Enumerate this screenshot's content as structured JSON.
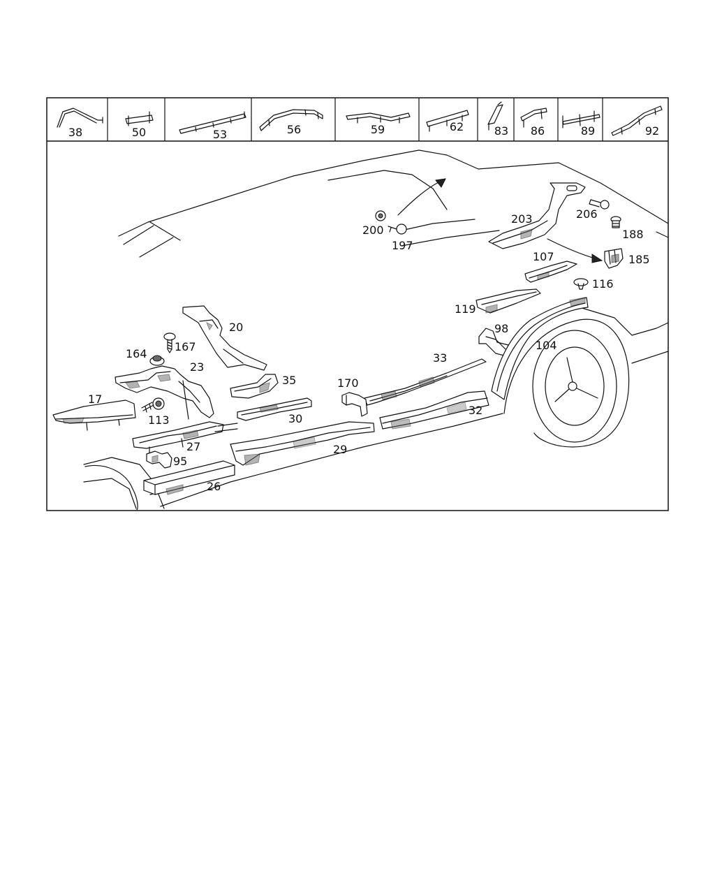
{
  "header_parts": [
    {
      "label": "38"
    },
    {
      "label": "50"
    },
    {
      "label": "53"
    },
    {
      "label": "56"
    },
    {
      "label": "59"
    },
    {
      "label": "62"
    },
    {
      "label": "83"
    },
    {
      "label": "86"
    },
    {
      "label": "89"
    },
    {
      "label": "92"
    }
  ],
  "callouts": {
    "p17": "17",
    "p20": "20",
    "p23": "23",
    "p26": "26",
    "p27": "27",
    "p29": "29",
    "p30": "30",
    "p32": "32",
    "p33": "33",
    "p35": "35",
    "p95": "95",
    "p98": "98",
    "p104": "104",
    "p107": "107",
    "p113": "113",
    "p116": "116",
    "p119": "119",
    "p164": "164",
    "p167": "167",
    "p170": "170",
    "p185": "185",
    "p188": "188",
    "p197": "197",
    "p200": "200",
    "p203": "203",
    "p206": "206"
  }
}
